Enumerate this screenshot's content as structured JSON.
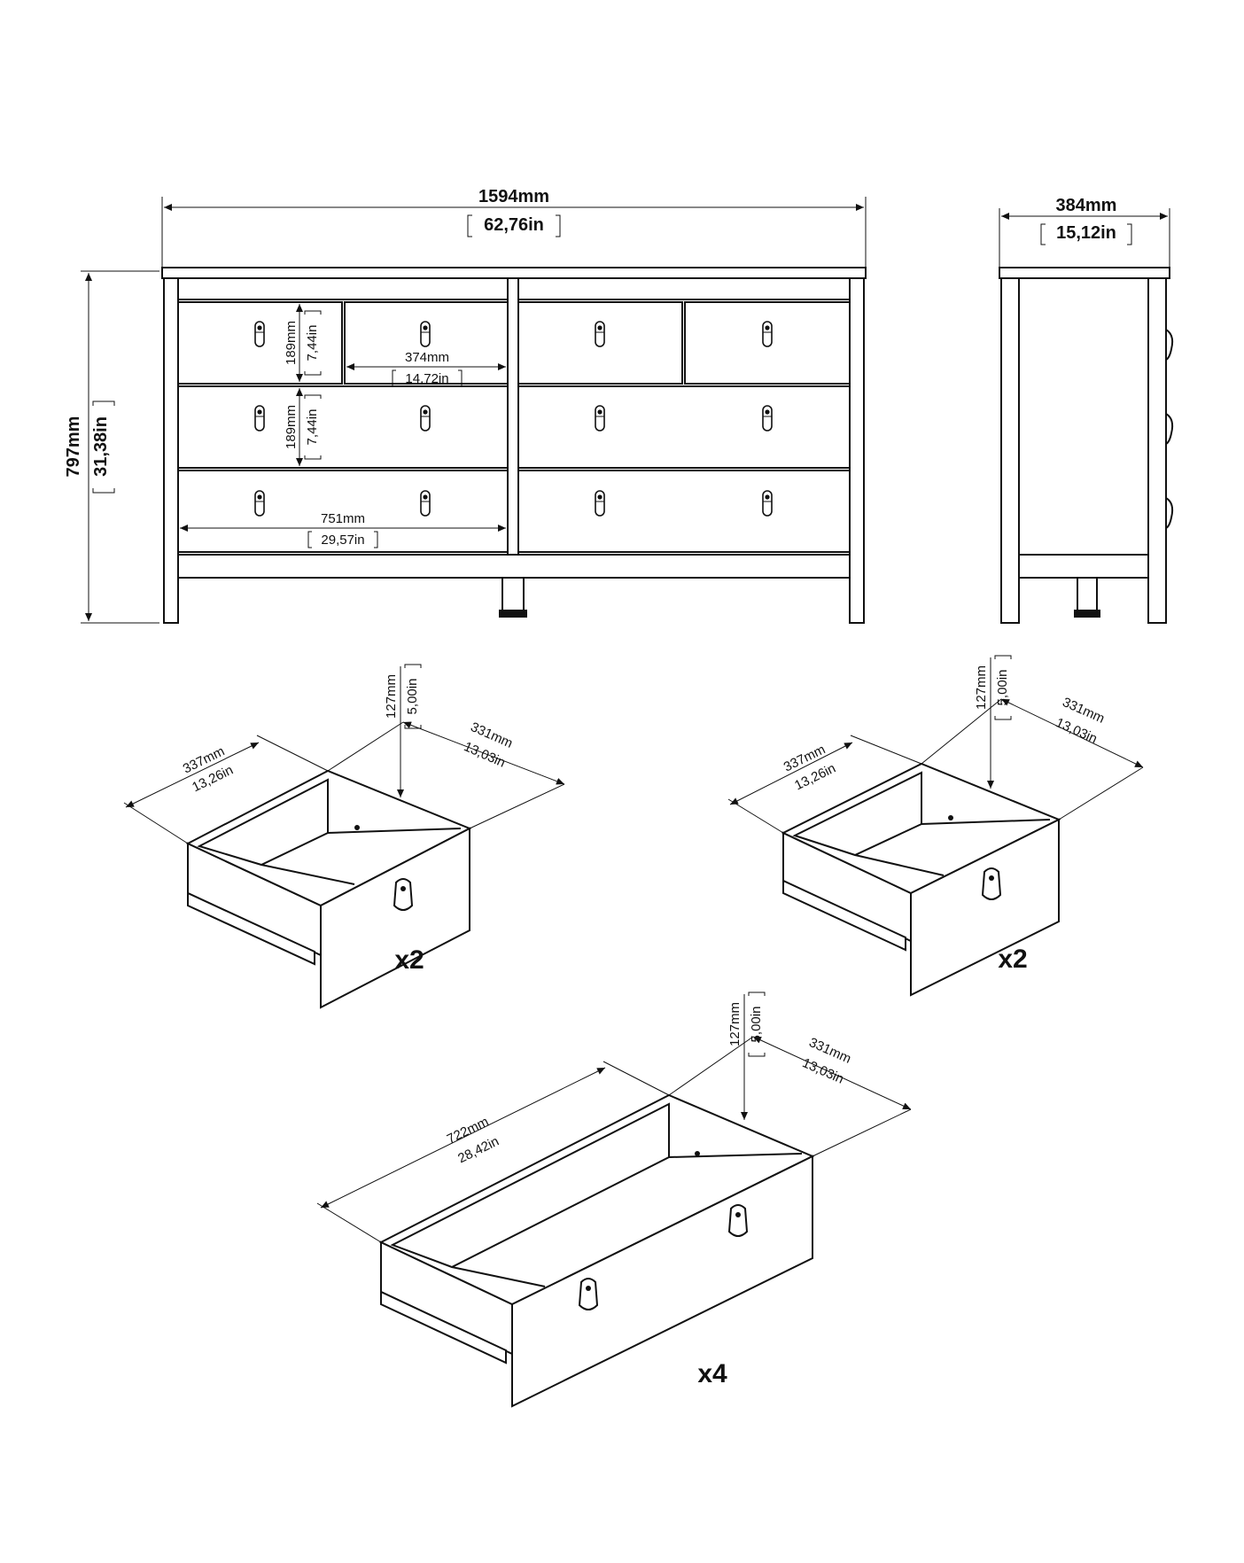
{
  "front_view": {
    "width_mm": "1594mm",
    "width_in": "62,76in",
    "height_mm": "797mm",
    "height_in": "31,38in",
    "small_drawer_height_mm": "189mm",
    "small_drawer_height_in": "7,44in",
    "small_drawer_width_mm": "374mm",
    "small_drawer_width_in": "14,72in",
    "mid_drawer_height_mm": "189mm",
    "mid_drawer_height_in": "7,44in",
    "large_drawer_width_mm": "751mm",
    "large_drawer_width_in": "29,57in"
  },
  "side_view": {
    "depth_mm": "384mm",
    "depth_in": "15,12in"
  },
  "drawers": [
    {
      "width_mm": "337mm",
      "width_in": "13,26in",
      "depth_mm": "331mm",
      "depth_in": "13,03in",
      "height_mm": "127mm",
      "height_in": "5,00in",
      "quantity": "x2"
    },
    {
      "width_mm": "337mm",
      "width_in": "13,26in",
      "depth_mm": "331mm",
      "depth_in": "13,03in",
      "height_mm": "127mm",
      "height_in": "5,00in",
      "quantity": "x2"
    },
    {
      "width_mm": "722mm",
      "width_in": "28,42in",
      "depth_mm": "331mm",
      "depth_in": "13,03in",
      "height_mm": "127mm",
      "height_in": "5,00in",
      "quantity": "x4"
    }
  ]
}
